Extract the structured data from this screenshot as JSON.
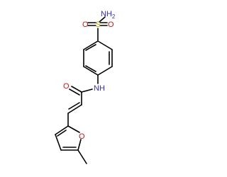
{
  "molecule": {
    "atom_labels": {
      "sulfonamide_nh2": "NH2",
      "sulfur": "S",
      "sulfonyl_o_left": "O",
      "sulfonyl_o_right": "O",
      "amide_nh": "NH",
      "carbonyl_o": "O",
      "furan_o": "O"
    },
    "colors": {
      "bond": "#000000",
      "nitrogen": "#2c2cf0",
      "oxygen": "#e01010",
      "sulfur": "#b8a000"
    }
  }
}
